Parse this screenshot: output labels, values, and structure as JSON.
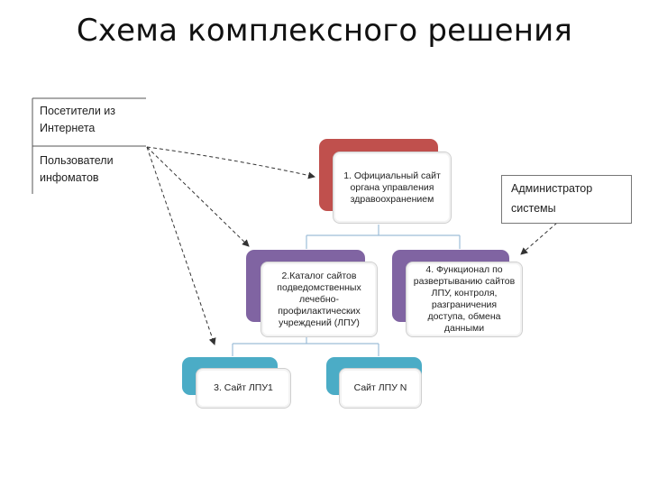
{
  "title": "Схема комплексного решения",
  "visitors": {
    "internet": "Посетители из Интернета",
    "infomats": "Пользователи инфоматов"
  },
  "admin": "Администратор системы",
  "nodes": {
    "n1": "1. Официальный сайт органа управления здравоохранением",
    "n2": "2.Каталог сайтов подведомственных лечебно-профилактических учреждений (ЛПУ)",
    "n4": "4. Функционал по развертыванию сайтов ЛПУ, контроля, разграничения доступа, обмена данными",
    "n3": "3. Сайт ЛПУ1",
    "nN": "Сайт ЛПУ N"
  },
  "colors": {
    "top": "#c0504d",
    "mid": "#8064a2",
    "bottom": "#4bacc6",
    "connector": "#9dbdd8"
  }
}
